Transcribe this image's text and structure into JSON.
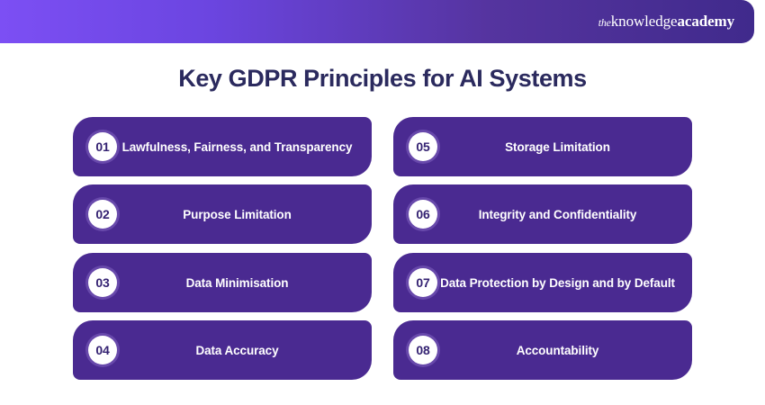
{
  "header": {
    "brand": {
      "the": "the",
      "knowledge": "knowledge",
      "academy": "academy"
    },
    "gradient_start_color": "#7c4ff4",
    "gradient_end_color": "#402a8c"
  },
  "title": "Key GDPR Principles for AI Systems",
  "colors": {
    "title": "#2b2a5e",
    "card_background": "#4a2a91",
    "badge_background": "#ffffff",
    "badge_text": "#342272",
    "card_text": "#ffffff",
    "page_background": "#ffffff"
  },
  "columns": [
    {
      "name": "left-column",
      "cards": [
        {
          "number": "01",
          "label": "Lawfulness, Fairness, and Transparency"
        },
        {
          "number": "02",
          "label": "Purpose Limitation"
        },
        {
          "number": "03",
          "label": "Data Minimisation"
        },
        {
          "number": "04",
          "label": "Data Accuracy"
        }
      ]
    },
    {
      "name": "right-column",
      "cards": [
        {
          "number": "05",
          "label": "Storage Limitation"
        },
        {
          "number": "06",
          "label": "Integrity and Confidentiality"
        },
        {
          "number": "07",
          "label": "Data Protection by Design and by Default"
        },
        {
          "number": "08",
          "label": "Accountability"
        }
      ]
    }
  ]
}
